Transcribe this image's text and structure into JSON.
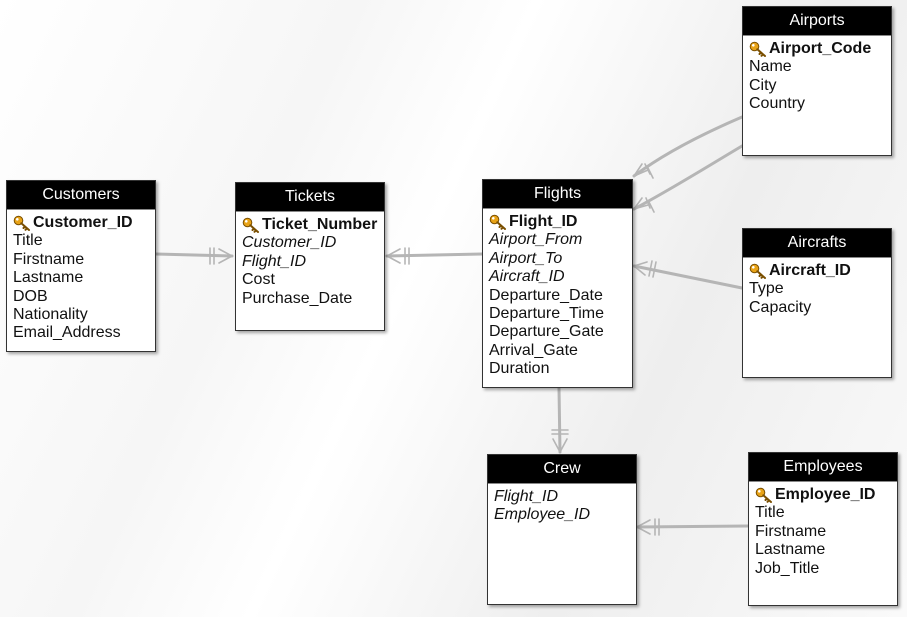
{
  "entities": {
    "customers": {
      "title": "Customers",
      "pk": "Customer_ID",
      "fields": [
        "Title",
        "Firstname",
        "Lastname",
        "DOB",
        "Nationality",
        "Email_Address"
      ]
    },
    "tickets": {
      "title": "Tickets",
      "pk": "Ticket_Number",
      "fks": [
        "Customer_ID",
        "Flight_ID"
      ],
      "fields": [
        "Cost",
        "Purchase_Date"
      ]
    },
    "flights": {
      "title": "Flights",
      "pk": "Flight_ID",
      "fks": [
        "Airport_From",
        "Airport_To",
        "Aircraft_ID"
      ],
      "fields": [
        "Departure_Date",
        "Departure_Time",
        "Departure_Gate",
        "Arrival_Gate",
        "Duration"
      ]
    },
    "airports": {
      "title": "Airports",
      "pk": "Airport_Code",
      "fields": [
        "Name",
        "City",
        "Country"
      ]
    },
    "aircrafts": {
      "title": "Aircrafts",
      "pk": "Aircraft_ID",
      "fields": [
        "Type",
        "Capacity"
      ]
    },
    "crew": {
      "title": "Crew",
      "fks": [
        "Flight_ID",
        "Employee_ID"
      ]
    },
    "employees": {
      "title": "Employees",
      "pk": "Employee_ID",
      "fields": [
        "Title",
        "Firstname",
        "Lastname",
        "Job_Title"
      ]
    }
  },
  "icons": {
    "primary_key": "key-icon"
  },
  "colors": {
    "header_bg": "#000000",
    "header_text": "#ffffff",
    "connector": "#b5b5b5",
    "key_icon": "#e8a317"
  }
}
